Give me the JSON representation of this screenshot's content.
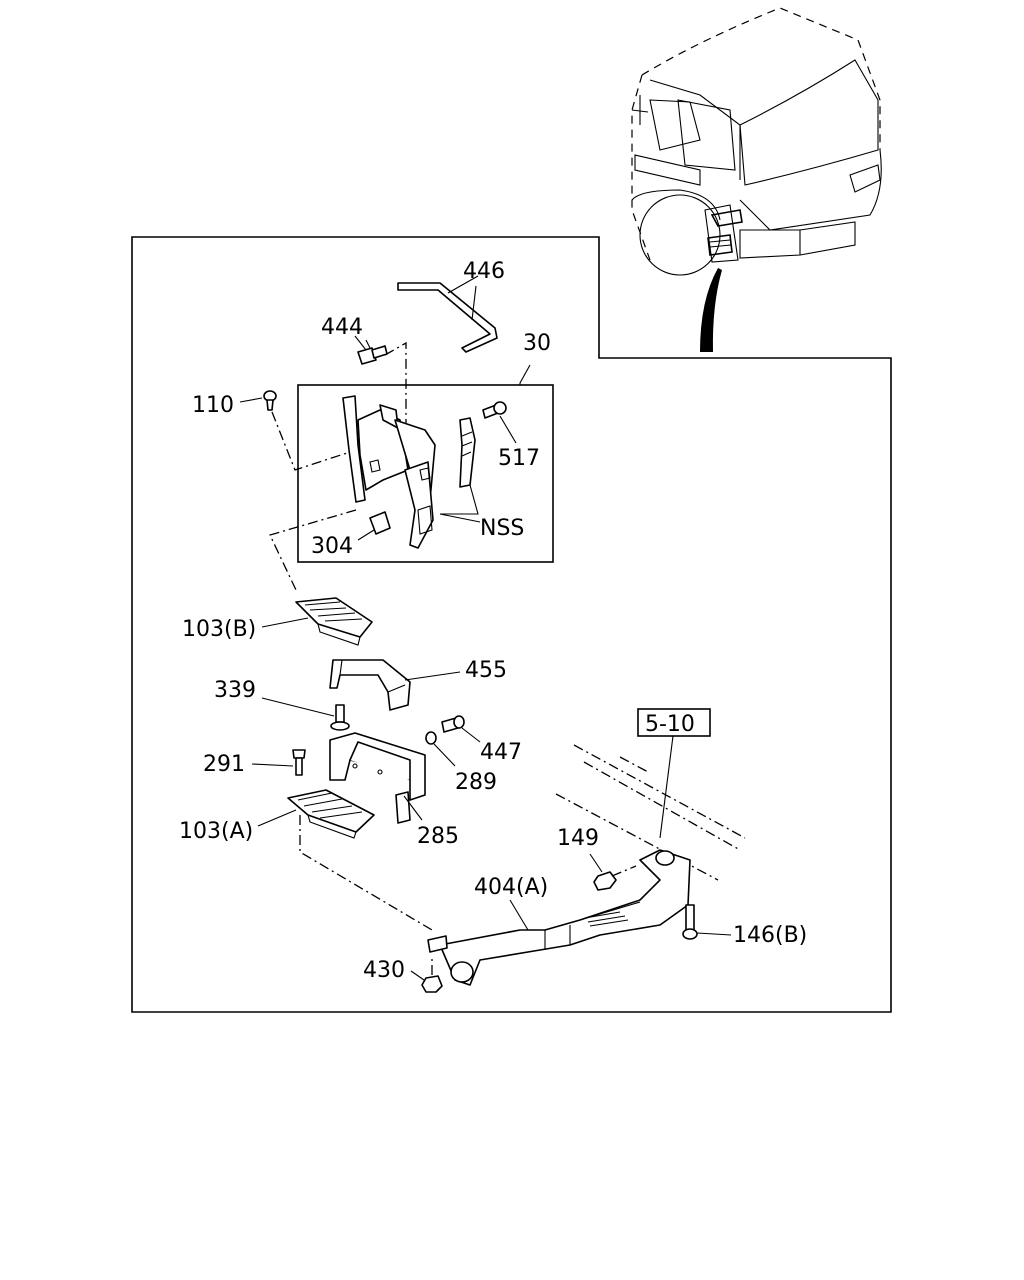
{
  "diagram": {
    "labels": {
      "l446": "446",
      "l444": "444",
      "l30": "30",
      "l110": "110",
      "l517": "517",
      "lNSS": "NSS",
      "l304": "304",
      "l103B": "103(B)",
      "l339": "339",
      "l455": "455",
      "l5_10": "5-10",
      "l291": "291",
      "l447": "447",
      "l289": "289",
      "l103A": "103(A)",
      "l285": "285",
      "l149": "149",
      "l404A": "404(A)",
      "l146B": "146(B)",
      "l430": "430"
    }
  }
}
